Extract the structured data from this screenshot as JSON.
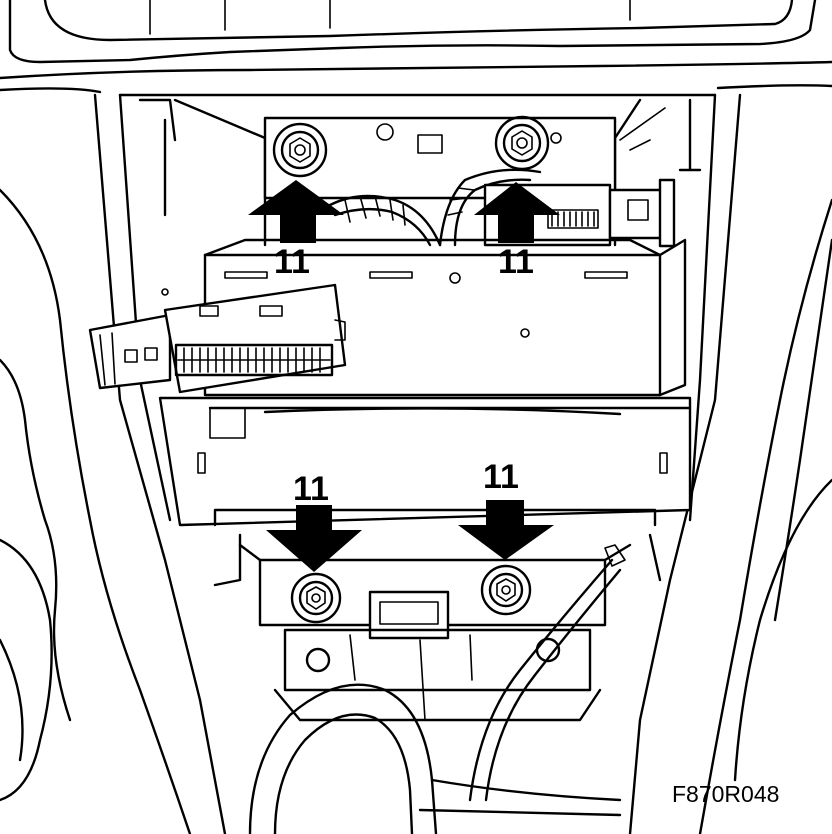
{
  "figure": {
    "reference_code": "F870R048",
    "callouts": [
      {
        "id": "top-left",
        "label": "11",
        "direction": "up"
      },
      {
        "id": "top-right",
        "label": "11",
        "direction": "up"
      },
      {
        "id": "bottom-left",
        "label": "11",
        "direction": "down"
      },
      {
        "id": "bottom-right",
        "label": "11",
        "direction": "down"
      }
    ]
  }
}
